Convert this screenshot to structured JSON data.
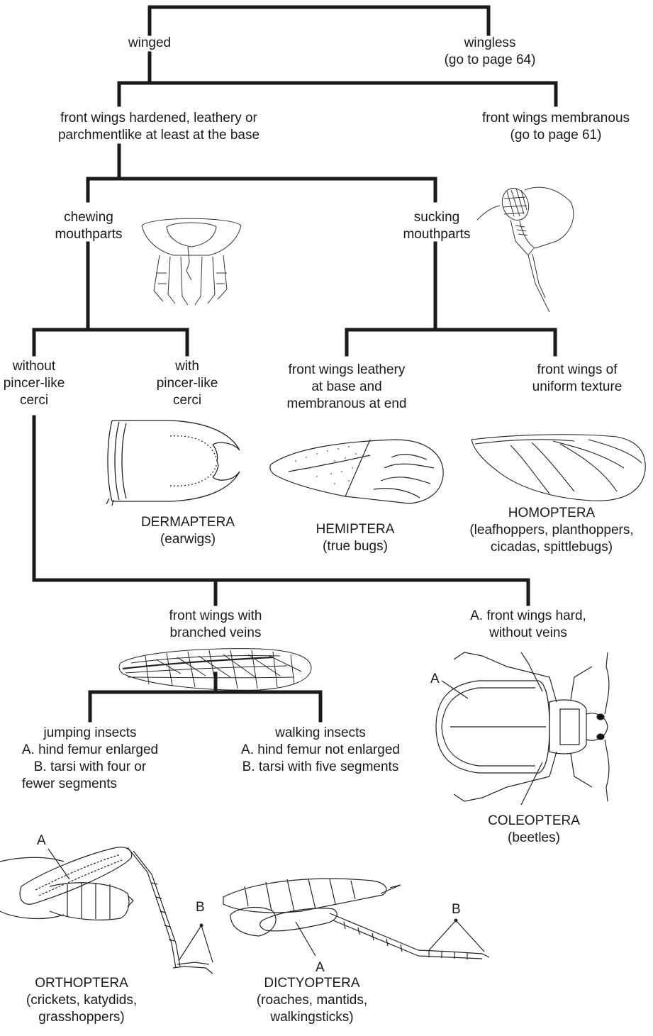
{
  "nodes": {
    "winged": [
      "winged"
    ],
    "wingless": [
      "wingless",
      "(go to page 64)"
    ],
    "front_hardened": [
      "front wings hardened, leathery or",
      "parchmentlike at least at the base"
    ],
    "front_membranous": [
      "front wings membranous",
      "(go to page 61)"
    ],
    "chewing": [
      "chewing",
      "mouthparts"
    ],
    "sucking": [
      "sucking",
      "mouthparts"
    ],
    "without_cerci": [
      "without",
      "pincer-like",
      "cerci"
    ],
    "with_cerci": [
      "with",
      "pincer-like",
      "cerci"
    ],
    "leathery_base": [
      "front wings leathery",
      "at base and",
      "membranous at end"
    ],
    "uniform": [
      "front wings of",
      "uniform texture"
    ],
    "branched": [
      "front wings with",
      "branched veins"
    ],
    "hard_no_veins": [
      "A. front wings hard,",
      "without veins"
    ],
    "jumping": [
      "jumping insects",
      "A. hind femur enlarged",
      "B. tarsi with four or",
      "fewer segments"
    ],
    "walking": [
      "walking insects",
      "A. hind femur not enlarged",
      "B. tarsi with five segments"
    ]
  },
  "orders": {
    "dermaptera": [
      "DERMAPTERA",
      "(earwigs)"
    ],
    "hemiptera": [
      "HEMIPTERA",
      "(true bugs)"
    ],
    "homoptera": [
      "HOMOPTERA",
      "(leafhoppers, planthoppers,",
      "cicadas, spittlebugs)"
    ],
    "coleoptera": [
      "COLEOPTERA",
      "(beetles)"
    ],
    "orthoptera": [
      "ORTHOPTERA",
      "(crickets, katydids,",
      "grasshoppers)"
    ],
    "dictyoptera": [
      "DICTYOPTERA",
      "(roaches, mantids,",
      "walkingsticks)"
    ]
  },
  "pointers": {
    "coleoptera_a": "A",
    "orthoptera_a": "A",
    "orthoptera_b": "B",
    "dictyoptera_a": "A",
    "dictyoptera_b": "B"
  },
  "style": {
    "line_color": "#1a1a1a",
    "drawing_color": "#333333"
  }
}
